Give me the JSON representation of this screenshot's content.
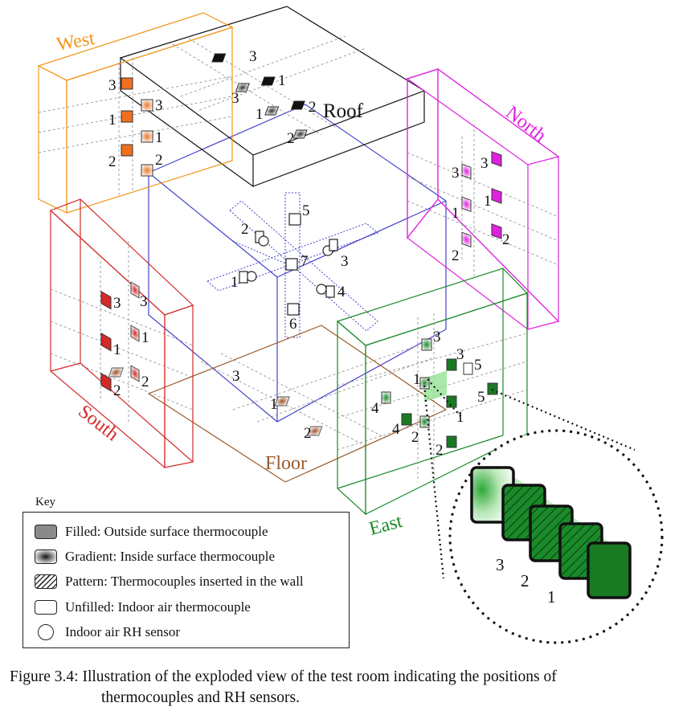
{
  "faces": {
    "west": {
      "label": "West",
      "color": "#f2961a"
    },
    "roof": {
      "label": "Roof",
      "color": "#111111"
    },
    "north": {
      "label": "North",
      "color": "#e020e0"
    },
    "south": {
      "label": "South",
      "color": "#d42a2a"
    },
    "floor": {
      "label": "Floor",
      "color": "#9a5a2a"
    },
    "east": {
      "label": "East",
      "color": "#1a8a2a"
    },
    "room": {
      "color": "#4444cc"
    }
  },
  "sensor_labels": {
    "west": [
      "3",
      "3",
      "1",
      "1",
      "2",
      "2"
    ],
    "roof": [
      "3",
      "1",
      "3",
      "2",
      "1",
      "2"
    ],
    "north": [
      "3",
      "3",
      "1",
      "1",
      "2",
      "2"
    ],
    "south": [
      "3",
      "3",
      "1",
      "1",
      "2",
      "2"
    ],
    "floor": [
      "3",
      "1",
      "2"
    ],
    "center": [
      "5",
      "2",
      "7",
      "3",
      "1",
      "4",
      "6"
    ],
    "east": [
      "3",
      "1",
      "3",
      "5",
      "5",
      "1",
      "4",
      "4",
      "2",
      "2"
    ],
    "detail": [
      "3",
      "2",
      "1"
    ]
  },
  "key": {
    "title": "Key",
    "items": [
      {
        "kind": "filled",
        "text": "Filled: Outside surface thermocouple"
      },
      {
        "kind": "gradient",
        "text": "Gradient: Inside surface thermocouple"
      },
      {
        "kind": "pattern",
        "text": "Pattern: Thermocouples inserted in the wall"
      },
      {
        "kind": "unfilled",
        "text": "Unfilled: Indoor air thermocouple"
      },
      {
        "kind": "circle",
        "text": "Indoor air RH sensor"
      }
    ]
  },
  "caption": {
    "line1": "Figure 3.4: Illustration of the exploded view of the test room indicating the positions of",
    "line2": "thermocouples and RH sensors."
  }
}
